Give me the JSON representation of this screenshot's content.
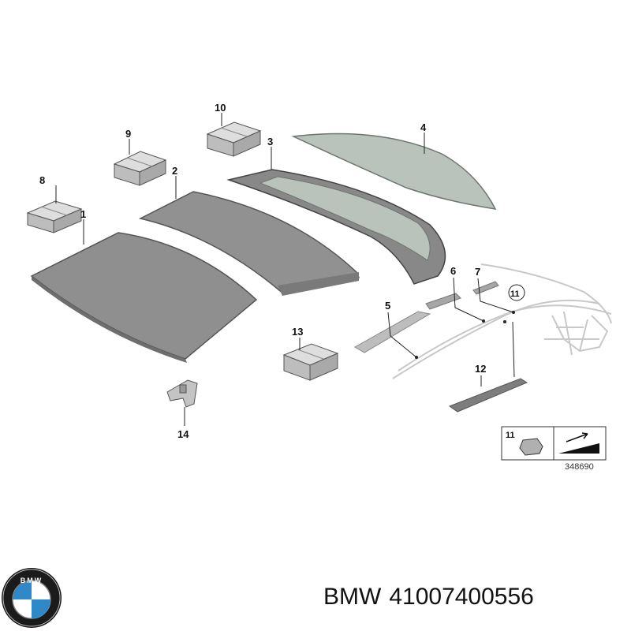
{
  "callouts": [
    {
      "id": "1",
      "label": "1"
    },
    {
      "id": "2",
      "label": "2"
    },
    {
      "id": "3",
      "label": "3"
    },
    {
      "id": "4",
      "label": "4"
    },
    {
      "id": "5",
      "label": "5"
    },
    {
      "id": "6",
      "label": "6"
    },
    {
      "id": "7",
      "label": "7"
    },
    {
      "id": "8",
      "label": "8"
    },
    {
      "id": "9",
      "label": "9"
    },
    {
      "id": "10",
      "label": "10"
    },
    {
      "id": "11",
      "label": "11"
    },
    {
      "id": "12",
      "label": "12"
    },
    {
      "id": "13",
      "label": "13"
    },
    {
      "id": "14",
      "label": "14"
    }
  ],
  "legend": {
    "item_number": "11"
  },
  "diagram_number": "348690",
  "caption": {
    "brand": "BMW",
    "part_number": "41007400556"
  },
  "logo": {
    "letters": "BMW"
  },
  "colors": {
    "panel": "#8f8f8f",
    "panel_light": "#a8a8a8",
    "glass": "#b9c2bb",
    "glass_edge": "#6d756f",
    "box": "#c9c9c9",
    "logo_blue": "#2f88c8"
  }
}
